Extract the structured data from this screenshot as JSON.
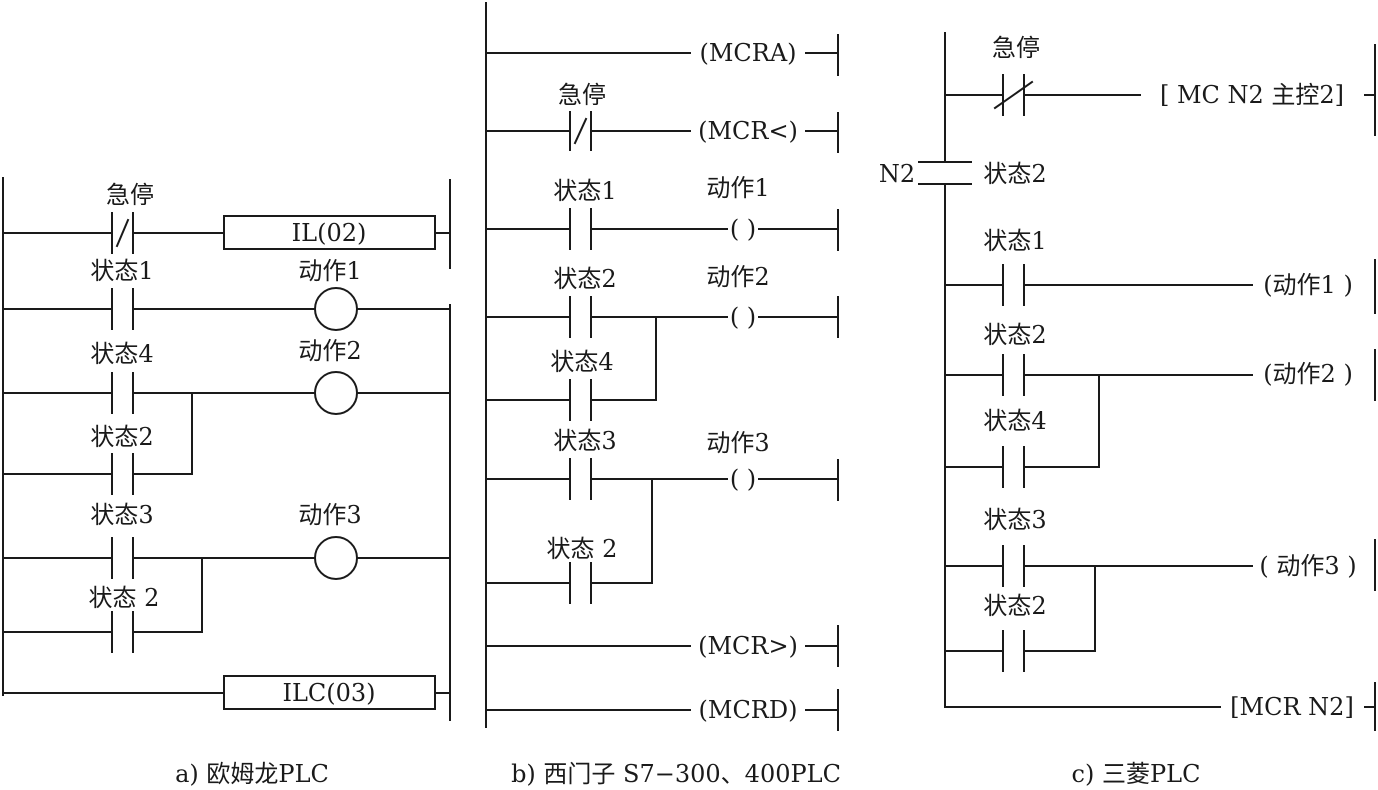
{
  "panel_a": {
    "caption": "a) 欧姆龙PLC",
    "estop_label": "急停",
    "il_label": "IL(02)",
    "ilc_label": "ILC(03)",
    "contacts": [
      "状态1",
      "状态4",
      "状态2",
      "状态3",
      "状态 2"
    ],
    "coils": [
      "动作1",
      "动作2",
      "动作3"
    ]
  },
  "panel_b": {
    "caption": "b) 西门子 S7−300、400PLC",
    "mcra": "(MCRA)",
    "estop_label": "急停",
    "mcr_open": "(MCR<)",
    "mcr_close": "(MCR>)",
    "mcrd": "(MCRD)",
    "contacts": [
      "状态1",
      "状态2",
      "状态4",
      "状态3",
      "状态 2"
    ],
    "coils": [
      "动作1",
      "动作2",
      "动作3"
    ],
    "coil_symbol": "( )"
  },
  "panel_c": {
    "caption": "c) 三菱PLC",
    "estop_label": "急停",
    "mc_box": "[ MC  N2  主控2]",
    "n2_label": "N2",
    "n2_state": "状态2",
    "contacts": [
      "状态1",
      "状态2",
      "状态4",
      "状态3",
      "状态2"
    ],
    "coils": [
      "(动作1 )",
      "(动作2 )",
      "( 动作3 )"
    ],
    "mcr_box": "[MCR  N2]"
  }
}
